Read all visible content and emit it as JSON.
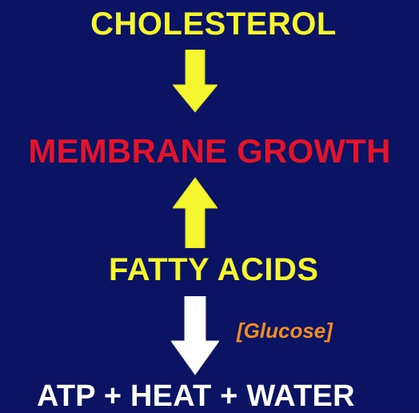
{
  "nodes": {
    "cholesterol": "CHOLESTEROL",
    "membrane_growth": "MEMBRANE GROWTH",
    "fatty_acids": "FATTY ACIDS",
    "products": "ATP + HEAT + WATER"
  },
  "edge_labels": {
    "glucose": "[Glucose]"
  },
  "colors": {
    "background": "#0a1462",
    "yellow_text": "#f5f530",
    "red_text": "#e0142a",
    "white_text": "#ffffff",
    "orange_text": "#f08c28",
    "yellow_arrow": "#f5f530",
    "white_arrow": "#ffffff"
  },
  "arrows": [
    {
      "from": "cholesterol",
      "to": "membrane_growth",
      "direction": "down",
      "color": "yellow"
    },
    {
      "from": "fatty_acids",
      "to": "membrane_growth",
      "direction": "up",
      "color": "yellow"
    },
    {
      "from": "fatty_acids",
      "to": "products",
      "direction": "down",
      "color": "white"
    }
  ]
}
